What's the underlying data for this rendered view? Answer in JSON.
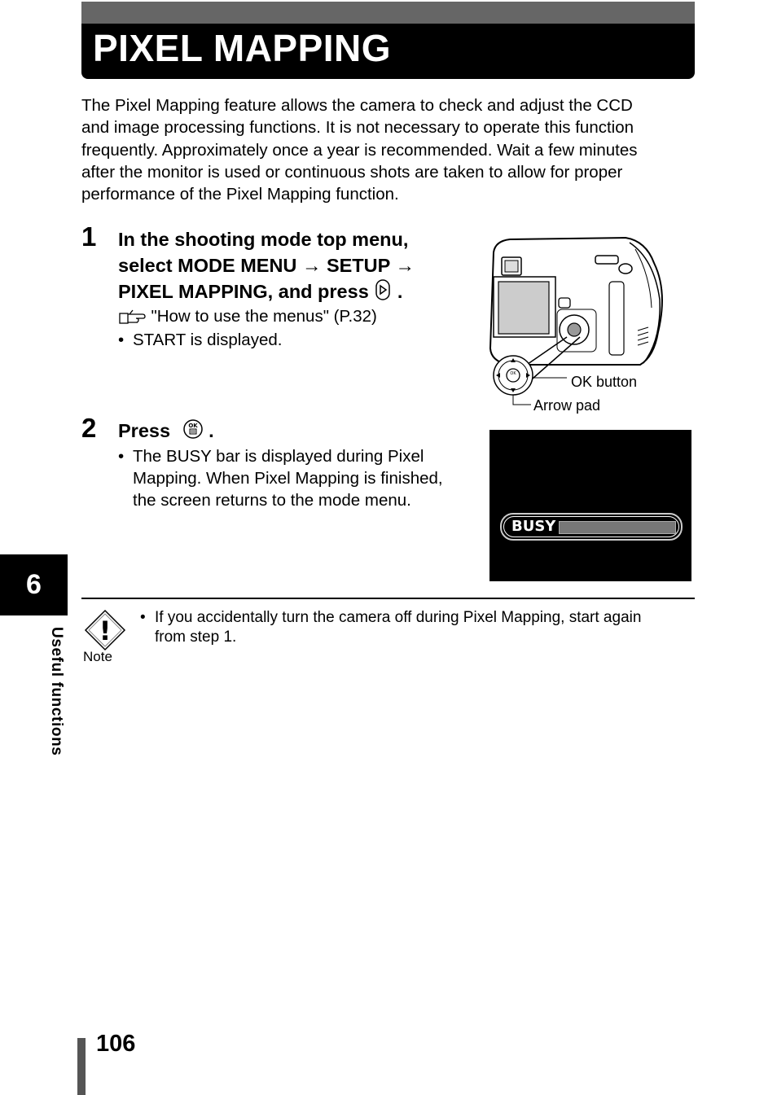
{
  "title": "PIXEL MAPPING",
  "intro_lines": [
    "The Pixel Mapping feature allows the camera to check and adjust the CCD",
    "and image processing functions. It is not necessary to operate this function",
    "frequently. Approximately once a year is recommended. Wait a few minutes",
    "after the monitor is used or continuous shots are taken to allow for proper",
    "performance of the Pixel Mapping function."
  ],
  "step1": {
    "number": "1",
    "heading_lines": [
      "In the shooting mode top menu,",
      "select MODE MENU → SETUP →",
      "PIXEL MAPPING, and press"
    ],
    "heading_end": ".",
    "reference": "\"How to use the menus\" (P.32)",
    "bullet": "START is displayed."
  },
  "camera_labels": {
    "ok_button": "OK button",
    "arrow_pad": "Arrow pad",
    "ok_glyph": "OK"
  },
  "step2": {
    "number": "2",
    "heading": "Press",
    "heading_end": ".",
    "bullet_lines": [
      "The BUSY bar is displayed during Pixel",
      "Mapping. When Pixel Mapping is finished,",
      "the screen returns to the mode menu."
    ]
  },
  "screen": {
    "busy_label": "BUSY"
  },
  "note": {
    "label": "Note",
    "icon_glyph": "!",
    "bullet_lines": [
      "If you accidentally turn the camera off during Pixel Mapping, start again",
      "from step 1."
    ]
  },
  "sidebar": {
    "chapter_number": "6",
    "chapter_label": "Useful functions"
  },
  "page_number": "106",
  "bullet_symbol": "•"
}
